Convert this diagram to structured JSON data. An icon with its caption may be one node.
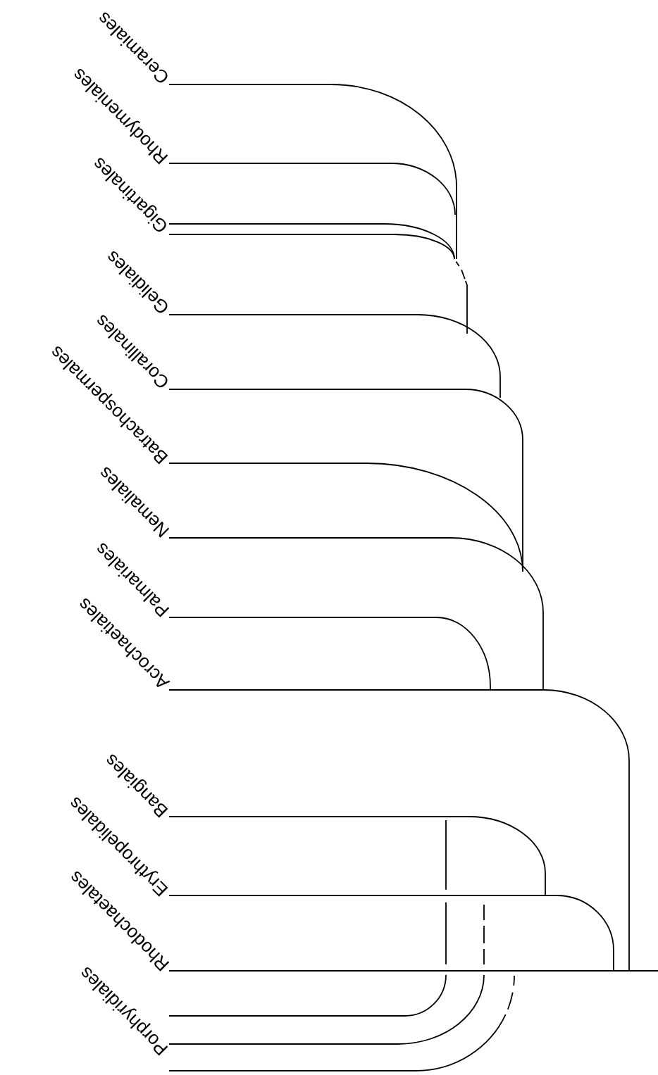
{
  "diagram": {
    "nodes": [
      {
        "text": [
          "Ceramiales"
        ]
      },
      {
        "text": [
          "Rhodymeniales"
        ]
      },
      {
        "text": [
          "Gigartinales"
        ]
      },
      {
        "text": [
          "Gelidiales"
        ]
      },
      {
        "text": [
          "Corallinales"
        ]
      },
      {
        "text": [
          "Batrachospermales"
        ]
      },
      {
        "text": [
          "Nemaliales"
        ]
      },
      {
        "text": [
          "Palmariales"
        ]
      },
      {
        "text": [
          "Acrochaetiales"
        ]
      },
      {
        "text": [
          "Bangiales"
        ]
      },
      {
        "text": [
          "Erythropelidales"
        ]
      },
      {
        "text": [
          "Rhodochaetales"
        ]
      },
      {
        "text": [
          "Porphyridiales"
        ]
      }
    ],
    "edges": [
      {
        "from": 0,
        "to": null,
        "arrow": "none"
      },
      {
        "from": 1,
        "to": null,
        "arrow": "none"
      },
      {
        "from": 2,
        "to": null,
        "arrow": "none"
      },
      {
        "from": 2,
        "to": null,
        "arrow": "none",
        "style": "dashed"
      },
      {
        "from": 3,
        "to": null,
        "arrow": "none"
      },
      {
        "from": 4,
        "to": null,
        "arrow": "none"
      },
      {
        "from": 5,
        "to": null,
        "arrow": "none"
      },
      {
        "from": 6,
        "to": null,
        "arrow": "none"
      },
      {
        "from": 7,
        "to": null,
        "arrow": "none"
      },
      {
        "from": 8,
        "to": null,
        "arrow": "none"
      },
      {
        "from": 9,
        "to": null,
        "arrow": "none"
      },
      {
        "from": 10,
        "to": null,
        "arrow": "none"
      },
      {
        "from": 11,
        "to": null,
        "arrow": "none"
      },
      {
        "from": 12,
        "to": null,
        "arrow": "none",
        "style": "dashed"
      },
      {
        "from": 12,
        "to": null,
        "arrow": "none",
        "style": "dashed"
      },
      {
        "from": 12,
        "to": null,
        "arrow": "none",
        "style": "dashed"
      }
    ]
  }
}
